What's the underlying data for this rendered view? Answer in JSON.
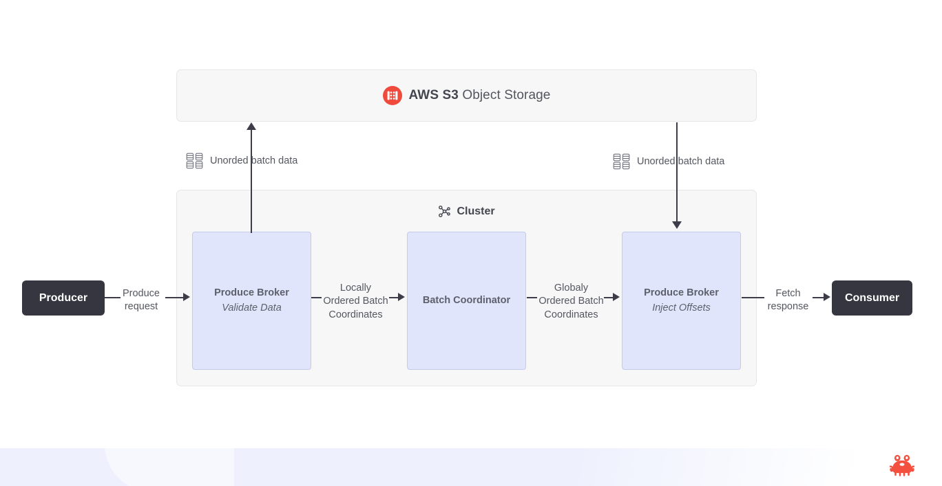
{
  "storage": {
    "icon": "aws-s3-icon",
    "brand": "AWS S3",
    "suffix": " Object Storage"
  },
  "cluster": {
    "icon": "cluster-network-icon",
    "title": "Cluster",
    "nodes": [
      {
        "title": "Produce Broker",
        "subtitle": "Validate Data"
      },
      {
        "title": "Batch Coordinator",
        "subtitle": ""
      },
      {
        "title": "Produce Broker",
        "subtitle": "Inject Offsets"
      }
    ]
  },
  "endpoints": {
    "producer": "Producer",
    "consumer": "Consumer"
  },
  "edges": {
    "produce_request": "Produce\nrequest",
    "produce_request_l1": "Produce",
    "produce_request_l2": "request",
    "locally_ordered_l1": "Locally",
    "locally_ordered_l2": "Ordered Batch",
    "locally_ordered_l3": "Coordinates",
    "globaly_ordered_l1": "Globaly",
    "globaly_ordered_l2": "Ordered Batch",
    "globaly_ordered_l3": "Coordinates",
    "fetch_response_l1": "Fetch",
    "fetch_response_l2": "response",
    "unordered_left": "Unorded batch data",
    "unordered_right": "Unorded batch data",
    "unordered_icon": "database-grid-icon"
  },
  "branding": {
    "crab": "crab-logo"
  },
  "colors": {
    "node_fill": "#e1e5fb",
    "node_border": "#c3caec",
    "panel_fill": "#f7f7f8",
    "panel_border": "#e6e6e9",
    "endpoint_fill": "#35363f",
    "line": "#3c3d48",
    "accent_red": "#ef4a3c",
    "band": "#eef1fd"
  }
}
